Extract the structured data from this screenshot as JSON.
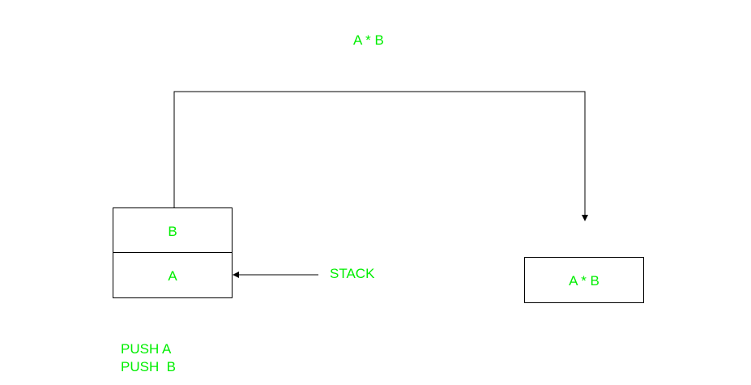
{
  "expression": "A * B",
  "stack": {
    "label": "STACK",
    "cells": [
      {
        "value": "B"
      },
      {
        "value": "A"
      }
    ]
  },
  "result": {
    "value": "A * B"
  },
  "instructions": [
    "PUSH A",
    "PUSH  B"
  ],
  "colors": {
    "text": "#00ee00",
    "line": "#000000"
  }
}
